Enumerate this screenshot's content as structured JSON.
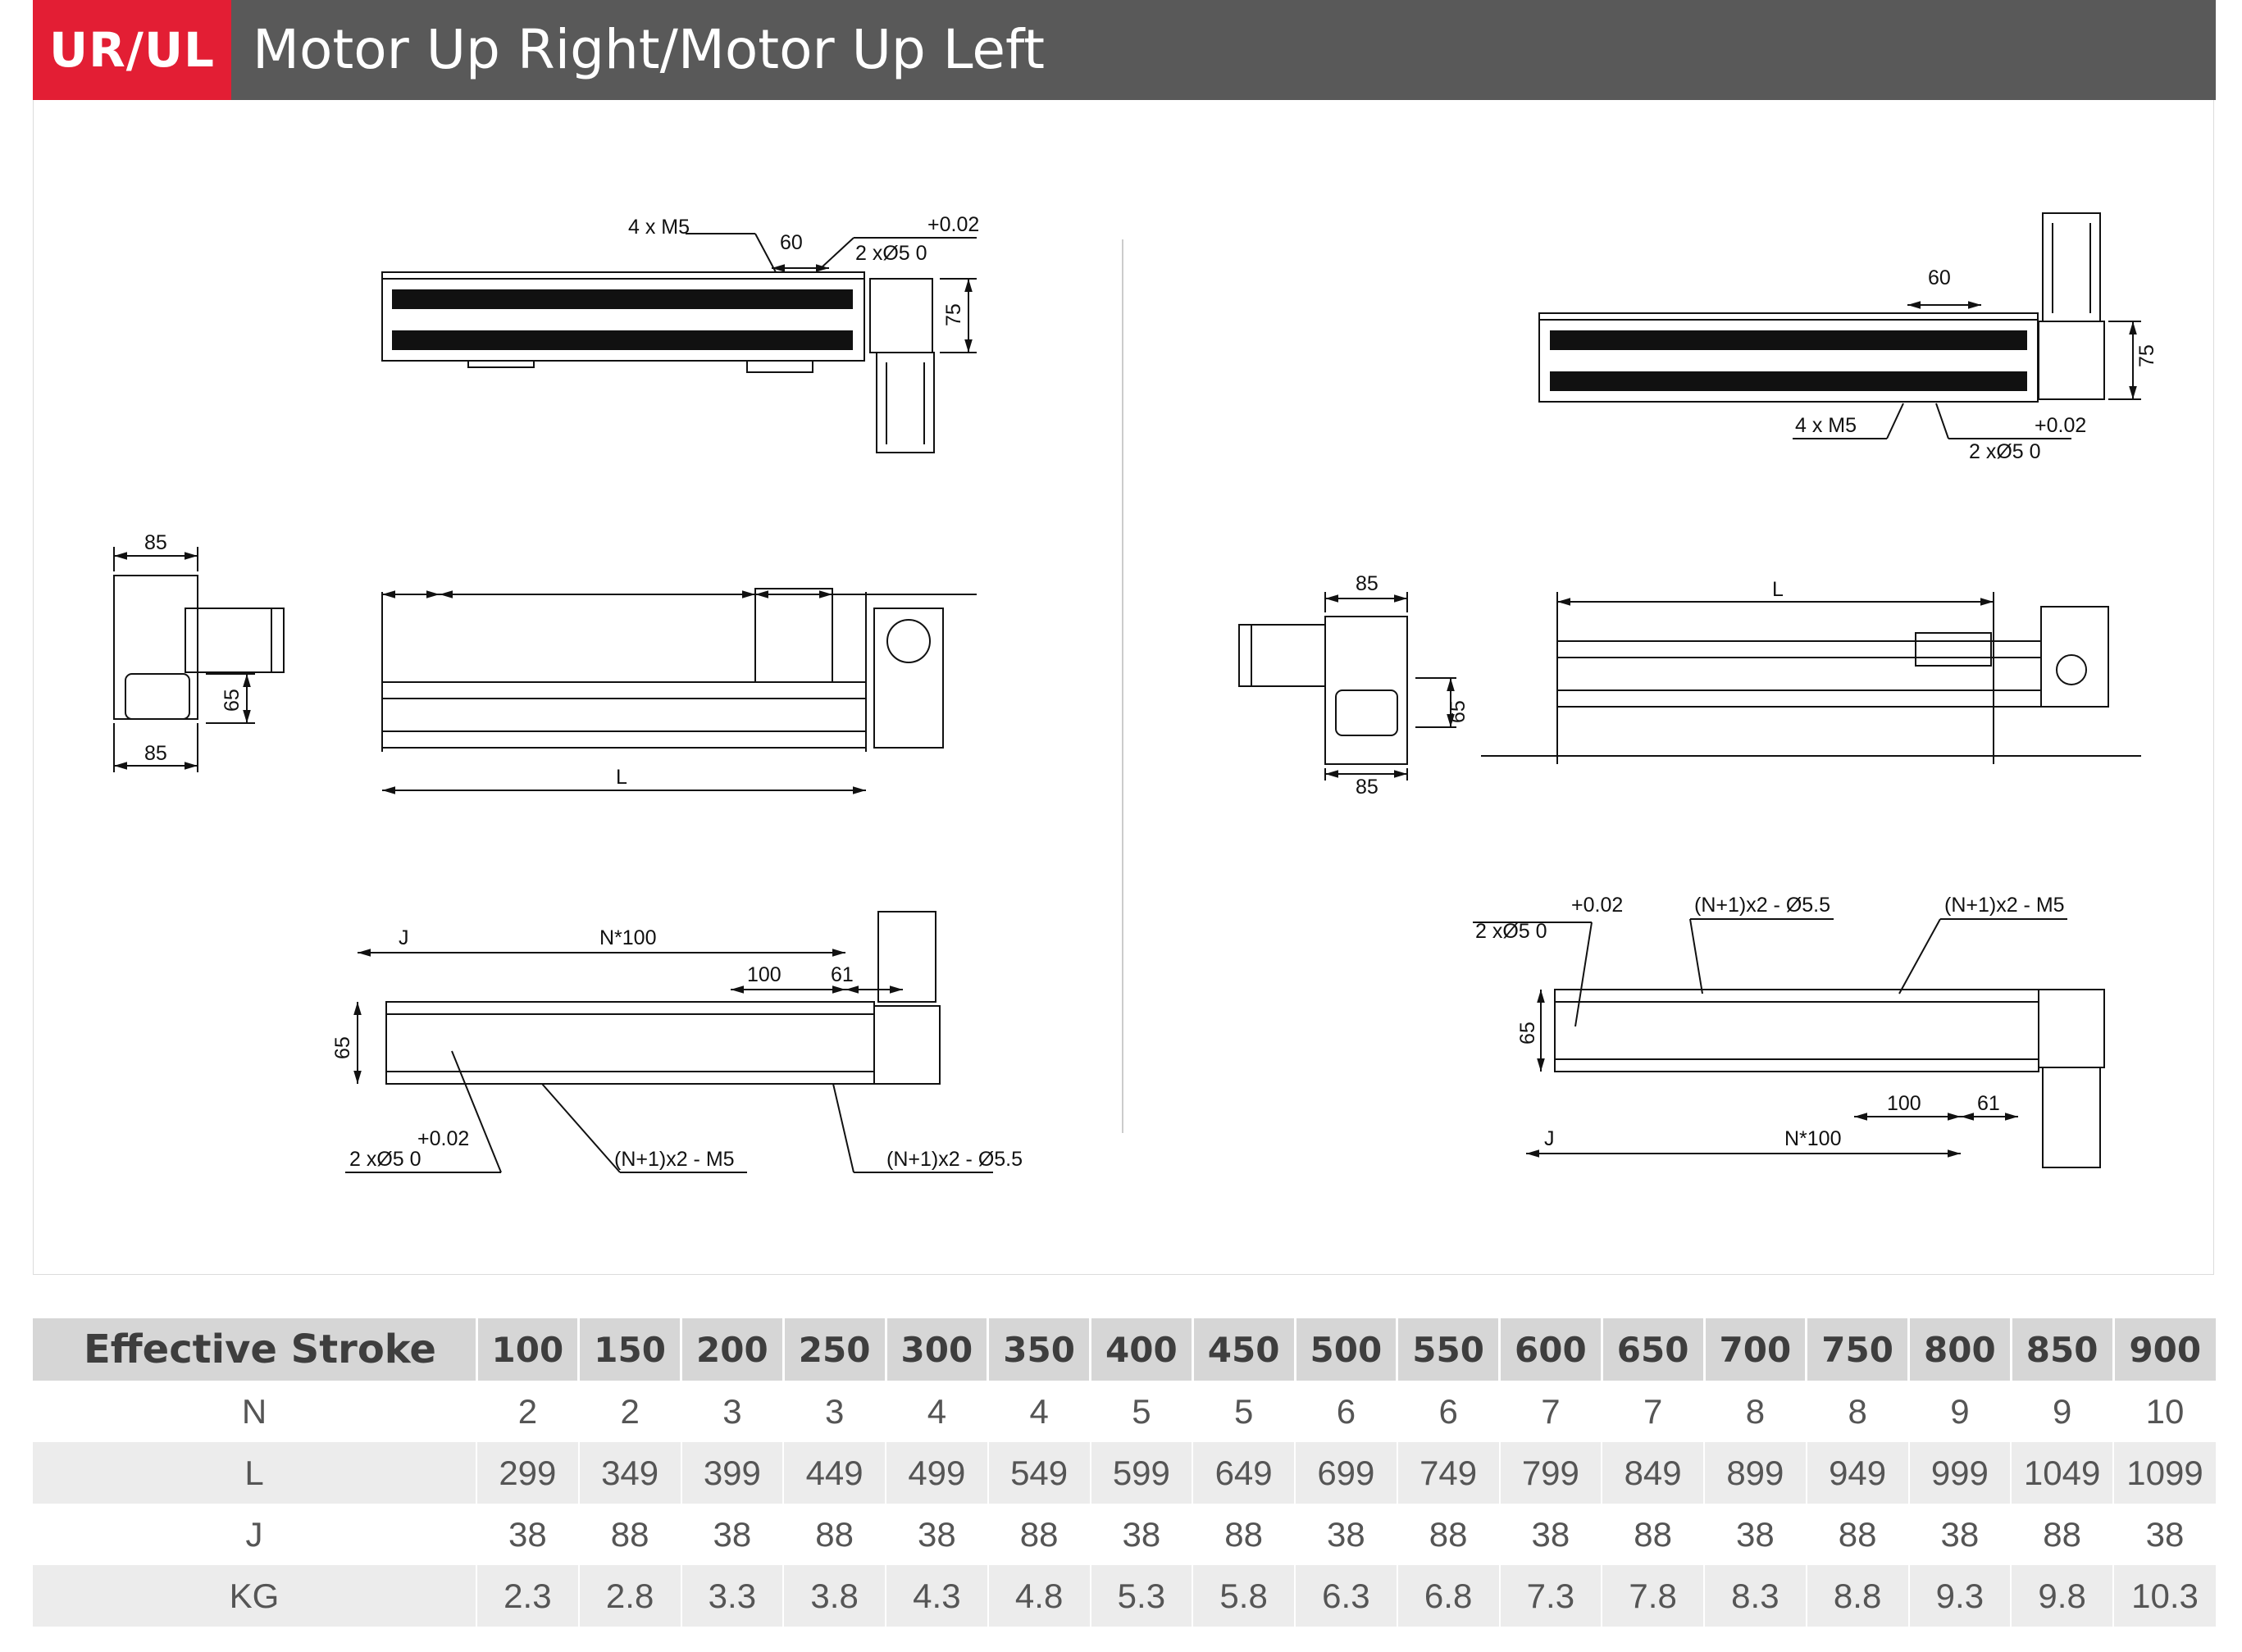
{
  "header": {
    "badge": "UR/UL",
    "title": "Motor Up Right/Motor Up Left"
  },
  "drawing_labels": {
    "holes_m5": "4 x M5",
    "pin_holes": "2 xØ5  0",
    "tolerance": "+0.02",
    "hole_spacing": "60",
    "height": "75",
    "width_85": "85",
    "height_65": "65",
    "length": "L",
    "n_pitch": "N*100",
    "pitch": "100",
    "offset": "61",
    "start_offset": "J",
    "mount_m5": "(N+1)x2 - M5",
    "mount_hole": "(N+1)x2 - Ø5.5"
  },
  "table": {
    "header_label": "Effective Stroke",
    "strokes": [
      "100",
      "150",
      "200",
      "250",
      "300",
      "350",
      "400",
      "450",
      "500",
      "550",
      "600",
      "650",
      "700",
      "750",
      "800",
      "850",
      "900"
    ],
    "rows": [
      {
        "label": "N",
        "values": [
          "2",
          "2",
          "3",
          "3",
          "4",
          "4",
          "5",
          "5",
          "6",
          "6",
          "7",
          "7",
          "8",
          "8",
          "9",
          "9",
          "10"
        ]
      },
      {
        "label": "L",
        "values": [
          "299",
          "349",
          "399",
          "449",
          "499",
          "549",
          "599",
          "649",
          "699",
          "749",
          "799",
          "849",
          "899",
          "949",
          "999",
          "1049",
          "1099"
        ]
      },
      {
        "label": "J",
        "values": [
          "38",
          "88",
          "38",
          "88",
          "38",
          "88",
          "38",
          "88",
          "38",
          "88",
          "38",
          "88",
          "38",
          "88",
          "38",
          "88",
          "38"
        ]
      },
      {
        "label": "KG",
        "values": [
          "2.3",
          "2.8",
          "3.3",
          "3.8",
          "4.3",
          "4.8",
          "5.3",
          "5.8",
          "6.3",
          "6.8",
          "7.3",
          "7.8",
          "8.3",
          "8.8",
          "9.3",
          "9.8",
          "10.3"
        ]
      }
    ]
  }
}
